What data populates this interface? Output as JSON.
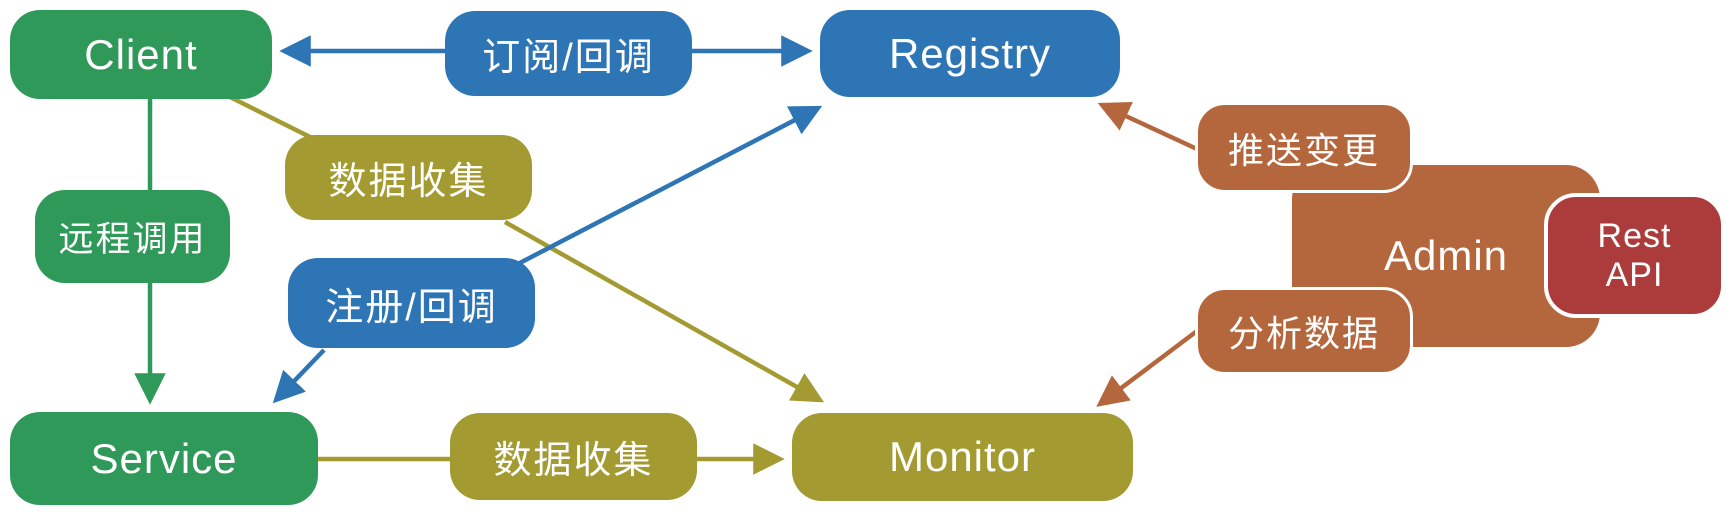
{
  "colors": {
    "green": "#2E9958",
    "blue": "#2E75B6",
    "olive": "#A49A32",
    "brown": "#B4673D",
    "red": "#AC3C3C",
    "background": "#FFFFFF",
    "text": "#FFFFFF"
  },
  "nodes": {
    "client": "Client",
    "registry": "Registry",
    "service": "Service",
    "monitor": "Monitor",
    "admin": "Admin",
    "rest_api_line1": "Rest",
    "rest_api_line2": "API"
  },
  "edge_labels": {
    "subscribe": "订阅/回调",
    "remote_call": "远程调用",
    "collect_client": "数据收集",
    "register": "注册/回调",
    "collect_service": "数据收集",
    "push_changes": "推送变更",
    "analyze_data": "分析数据"
  },
  "edges": [
    {
      "from": "订阅/回调",
      "to": "Client",
      "color": "blue",
      "arrowhead": true
    },
    {
      "from": "订阅/回调",
      "to": "Registry",
      "color": "blue",
      "arrowhead": true
    },
    {
      "from": "Client",
      "to": "远程调用",
      "color": "green",
      "arrowhead": false
    },
    {
      "from": "远程调用",
      "to": "Service",
      "color": "green",
      "arrowhead": true
    },
    {
      "from": "Client",
      "to": "数据收集",
      "color": "olive",
      "arrowhead": false
    },
    {
      "from": "数据收集",
      "to": "Monitor",
      "color": "olive",
      "arrowhead": true
    },
    {
      "from": "注册/回调",
      "to": "Registry",
      "color": "blue",
      "arrowhead": true
    },
    {
      "from": "注册/回调",
      "to": "Service",
      "color": "blue",
      "arrowhead": true
    },
    {
      "from": "Service",
      "to": "数据收集",
      "color": "olive",
      "arrowhead": false
    },
    {
      "from": "数据收集",
      "to": "Monitor",
      "color": "olive",
      "arrowhead": true
    },
    {
      "from": "推送变更",
      "to": "Registry",
      "color": "brown",
      "arrowhead": true
    },
    {
      "from": "分析数据",
      "to": "Monitor",
      "color": "brown",
      "arrowhead": true
    }
  ]
}
